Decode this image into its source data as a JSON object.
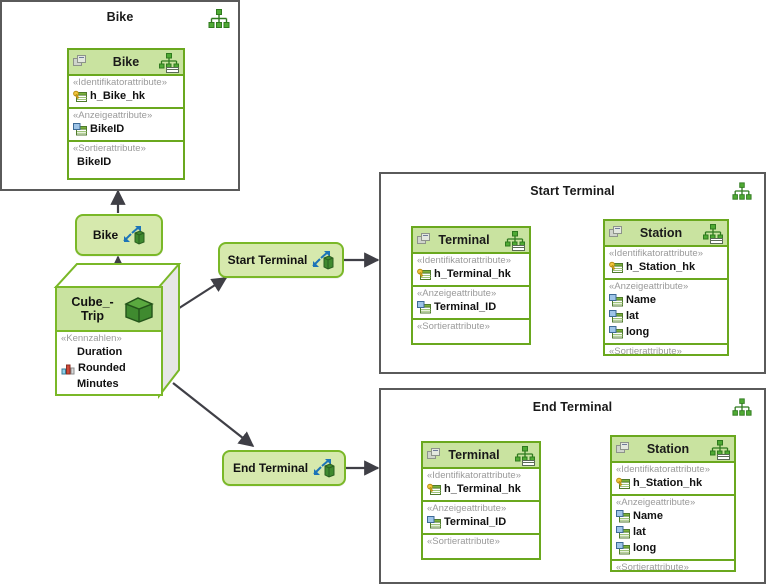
{
  "packages": [
    {
      "title": "Bike",
      "icon": "hierarchy-icon"
    },
    {
      "title": "Start Terminal",
      "icon": "hierarchy-icon"
    },
    {
      "title": "End Terminal",
      "icon": "hierarchy-icon"
    }
  ],
  "classes": {
    "bike": {
      "name": "Bike",
      "left_icon": "shape-icon",
      "right_icon": "hierarchy-table-icon",
      "sections": [
        {
          "stereotype": "«Identifikatorattribute»",
          "attributes": [
            {
              "label": "h_Bike_hk",
              "icon": "key-attribute-icon"
            }
          ]
        },
        {
          "stereotype": "«Anzeigeattribute»",
          "attributes": [
            {
              "label": "BikeID",
              "icon": "display-attribute-icon"
            }
          ]
        },
        {
          "stereotype": "«Sortierattribute»",
          "attributes": [
            {
              "label": "BikeID",
              "icon": "none"
            }
          ]
        }
      ]
    },
    "terminal_start": {
      "name": "Terminal",
      "left_icon": "shape-icon",
      "right_icon": "hierarchy-table-icon",
      "sections": [
        {
          "stereotype": "«Identifikatorattribute»",
          "attributes": [
            {
              "label": "h_Terminal_hk",
              "icon": "key-attribute-icon"
            }
          ]
        },
        {
          "stereotype": "«Anzeigeattribute»",
          "attributes": [
            {
              "label": "Terminal_ID",
              "icon": "display-attribute-icon"
            }
          ]
        },
        {
          "stereotype": "«Sortierattribute»",
          "attributes": []
        }
      ]
    },
    "station_start": {
      "name": "Station",
      "left_icon": "shape-icon",
      "right_icon": "hierarchy-table-icon",
      "sections": [
        {
          "stereotype": "«Identifikatorattribute»",
          "attributes": [
            {
              "label": "h_Station_hk",
              "icon": "key-attribute-icon"
            }
          ]
        },
        {
          "stereotype": "«Anzeigeattribute»",
          "attributes": [
            {
              "label": "Name",
              "icon": "display-attribute-icon"
            },
            {
              "label": "lat",
              "icon": "display-attribute-icon"
            },
            {
              "label": "long",
              "icon": "display-attribute-icon"
            }
          ]
        },
        {
          "stereotype": "«Sortierattribute»",
          "attributes": []
        }
      ]
    },
    "terminal_end": {
      "name": "Terminal",
      "left_icon": "shape-icon",
      "right_icon": "hierarchy-table-icon",
      "sections": [
        {
          "stereotype": "«Identifikatorattribute»",
          "attributes": [
            {
              "label": "h_Terminal_hk",
              "icon": "key-attribute-icon"
            }
          ]
        },
        {
          "stereotype": "«Anzeigeattribute»",
          "attributes": [
            {
              "label": "Terminal_ID",
              "icon": "display-attribute-icon"
            }
          ]
        },
        {
          "stereotype": "«Sortierattribute»",
          "attributes": []
        }
      ]
    },
    "station_end": {
      "name": "Station",
      "left_icon": "shape-icon",
      "right_icon": "hierarchy-table-icon",
      "sections": [
        {
          "stereotype": "«Identifikatorattribute»",
          "attributes": [
            {
              "label": "h_Station_hk",
              "icon": "key-attribute-icon"
            }
          ]
        },
        {
          "stereotype": "«Anzeigeattribute»",
          "attributes": [
            {
              "label": "Name",
              "icon": "display-attribute-icon"
            },
            {
              "label": "lat",
              "icon": "display-attribute-icon"
            },
            {
              "label": "long",
              "icon": "display-attribute-icon"
            }
          ]
        },
        {
          "stereotype": "«Sortierattribute»",
          "attributes": []
        }
      ]
    }
  },
  "cube": {
    "name_line1": "Cube_-",
    "name_line2": "Trip",
    "icon": "cube-icon",
    "stereotype": "«Kennzahlen»",
    "measures": [
      {
        "label": "Duration",
        "icon": "none"
      },
      {
        "label": "Rounded",
        "icon": "measure-chart-icon"
      },
      {
        "label": "Minutes",
        "icon": "none"
      }
    ]
  },
  "links": [
    {
      "label": "Bike",
      "icon": "dimension-link-icon"
    },
    {
      "label": "Start Terminal",
      "icon": "dimension-link-icon"
    },
    {
      "label": "End Terminal",
      "icon": "dimension-link-icon"
    }
  ],
  "colors": {
    "header_green": "#c9e3a0",
    "border_green": "#6aa81e",
    "link_fill": "#d6e9ad",
    "link_border": "#7ab828",
    "package_border": "#5a5a5a",
    "edge": "#3f3f46",
    "stereotype_text": "#9a9a9a",
    "cube_green": "#3f8a2f"
  }
}
